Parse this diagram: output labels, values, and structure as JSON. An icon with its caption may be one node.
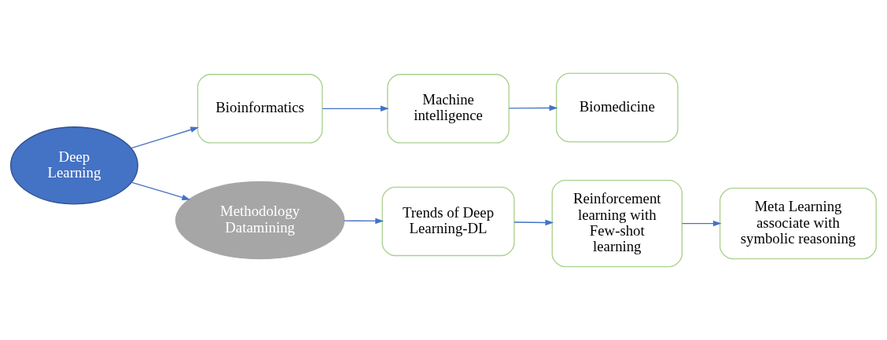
{
  "diagram": {
    "nodes": [
      {
        "text": [
          "Deep Learning"
        ]
      },
      {
        "text": [
          "Bioinformatics"
        ]
      },
      {
        "text": [
          "Machine intelligence"
        ]
      },
      {
        "text": [
          "Biomedicine"
        ]
      },
      {
        "text": [
          "Methodology Datamining"
        ]
      },
      {
        "text": [
          "Trends of Deep Learning-DL"
        ]
      },
      {
        "text": [
          "Reinforcement learning with Few-shot learning"
        ]
      },
      {
        "text": [
          "Meta Learning associate with symbolic reasoning"
        ]
      }
    ],
    "edges": [
      {
        "from": 0,
        "to": 1,
        "arrow": "to"
      },
      {
        "from": 1,
        "to": 2,
        "arrow": "to"
      },
      {
        "from": 2,
        "to": 3,
        "arrow": "to"
      },
      {
        "from": 0,
        "to": 4,
        "arrow": "to"
      },
      {
        "from": 4,
        "to": 5,
        "arrow": "to"
      },
      {
        "from": 5,
        "to": 6,
        "arrow": "to"
      },
      {
        "from": 6,
        "to": 7,
        "arrow": "to"
      }
    ]
  }
}
